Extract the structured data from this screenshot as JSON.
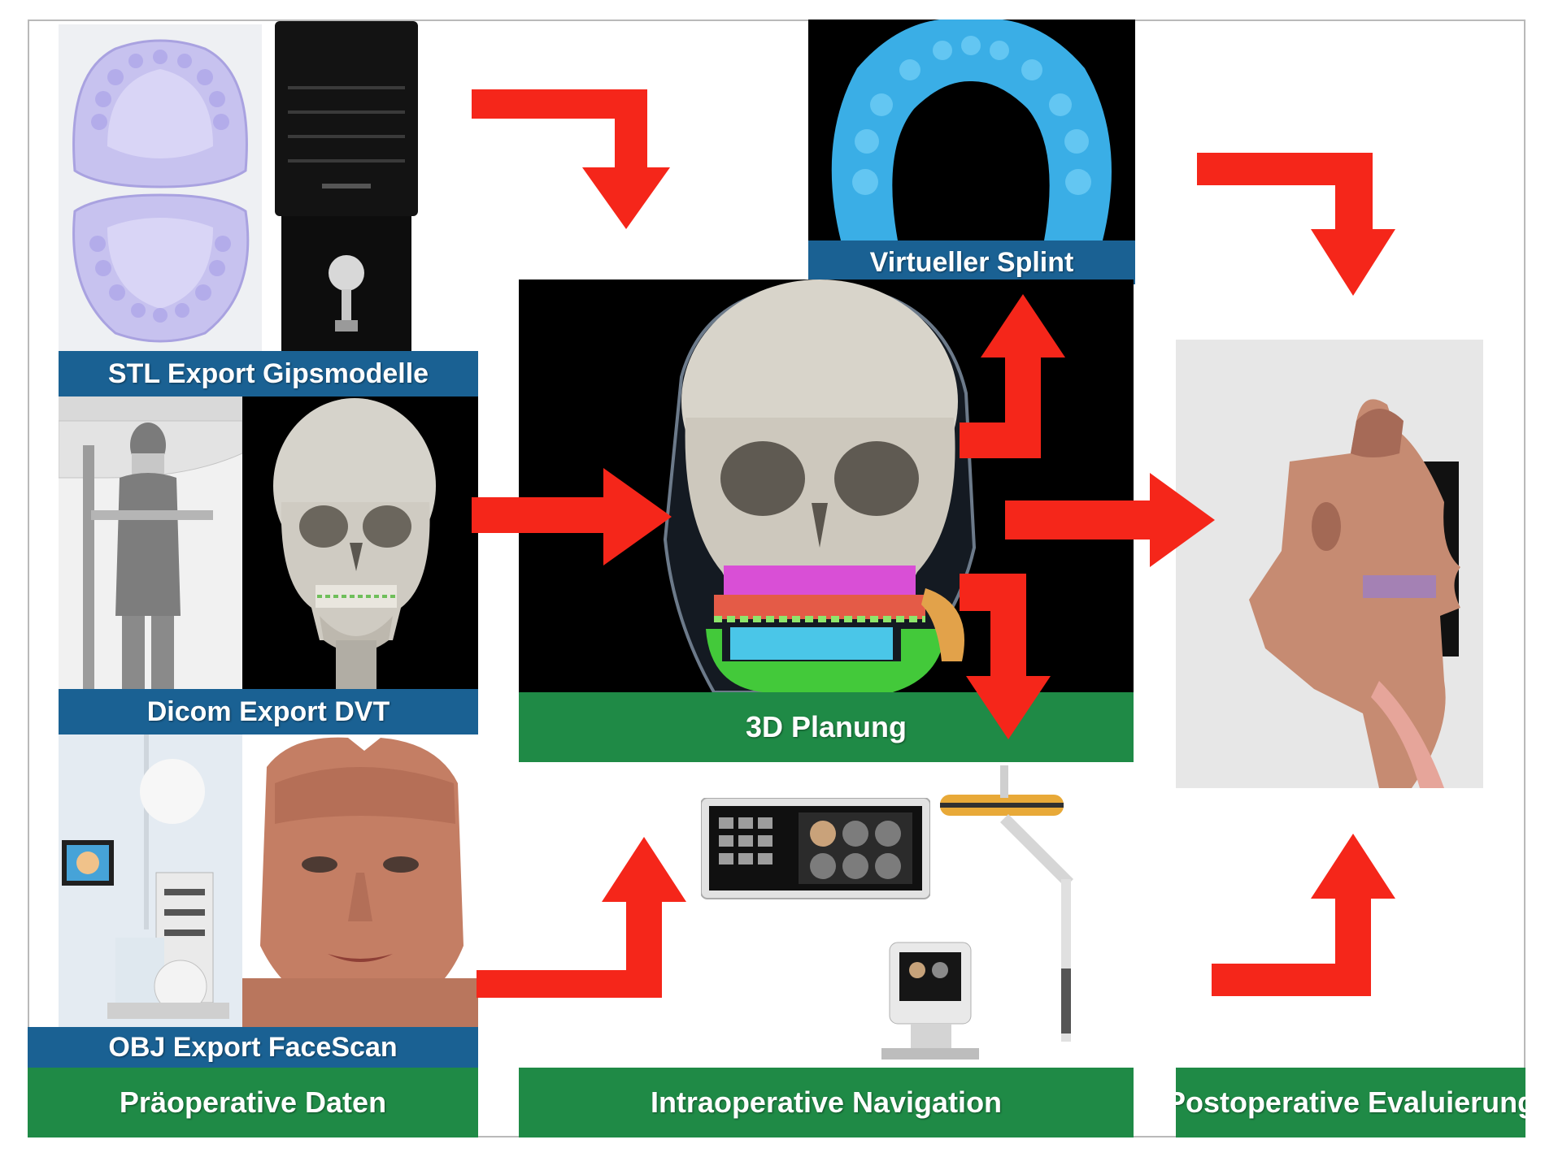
{
  "labels": {
    "stl": "STL Export Gipsmodelle",
    "dicom": "Dicom Export DVT",
    "obj": "OBJ Export FaceScan",
    "splint": "Virtueller Splint",
    "planung": "3D Planung",
    "pre": "Präoperative Daten",
    "intra": "Intraoperative Navigation",
    "post": "Postoperative Evaluierung"
  },
  "colors": {
    "label_blue": "#1a6193",
    "label_green": "#1f8a46",
    "arrow_red": "#f5261a",
    "splint_blue": "#3aaee6",
    "cast_lilac": "#c7c2ef"
  },
  "icons": [
    "dental-cast-image",
    "scanner-device-image",
    "ct-scanner-image",
    "skull-ct-image",
    "face-scanner-image",
    "face-photo-image",
    "splint-model-image",
    "skull-planning-image",
    "navigation-monitor-image",
    "navigation-camera-image",
    "face-profile-image",
    "arrow-icon"
  ]
}
